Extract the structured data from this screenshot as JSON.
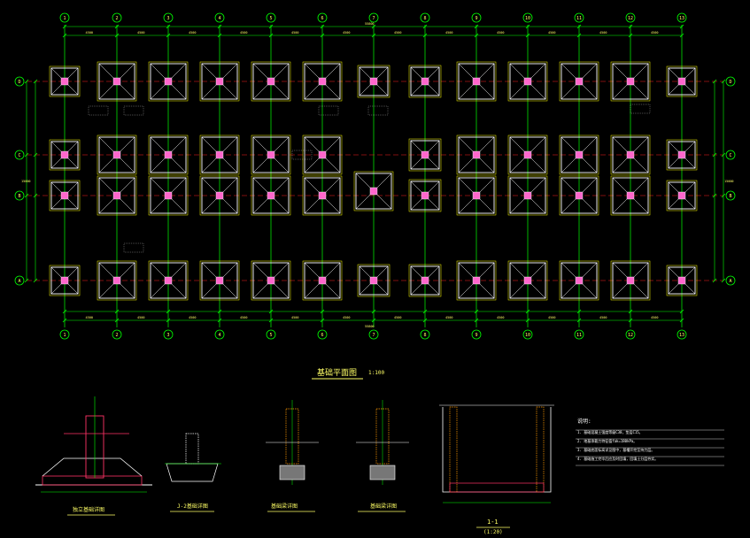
{
  "drawing": {
    "plan_title": "基础平面图",
    "plan_scale": "1:100",
    "grid_columns": [
      "1",
      "2",
      "3",
      "4",
      "5",
      "6",
      "7",
      "8",
      "9",
      "10",
      "11",
      "12",
      "13"
    ],
    "grid_rows_top_to_bottom": [
      "D",
      "C",
      "B",
      "A"
    ],
    "overall_length_label": "55800",
    "overall_width_label": "15000",
    "bay_labels": [
      "4500",
      "4500",
      "4500",
      "4500",
      "4500",
      "4500",
      "4500",
      "4500",
      "4500",
      "4500",
      "4500",
      "4500"
    ],
    "detail_titles": [
      "独立基础详图",
      "J-2基础详图",
      "基础梁详图",
      "基础梁详图",
      "1-1"
    ],
    "section_scale": "(1:20)",
    "notes_title": "说明:",
    "notes": [
      "1. 基础混凝土强度等级C30，垫层C15。",
      "2. 地基承载力特征值fak=180kPa。",
      "3. 基础底面标高详见图中，基槽开挖至持力层。",
      "4. 基础施工完毕后应及时回填，回填土分层夯实。"
    ]
  },
  "colors": {
    "grid_line": "#00ff00",
    "axis_line": "#ff2020",
    "footing": "#ffffff",
    "footing_fill": "#ff66cc",
    "dimension": "#ffff00",
    "text": "#ffff66",
    "bubble": "#00ff00",
    "concrete": "#ff9900",
    "hatch": "#ff3366"
  },
  "footing_big_cols": [
    2,
    3,
    4,
    5,
    6,
    9,
    10,
    11,
    12
  ]
}
